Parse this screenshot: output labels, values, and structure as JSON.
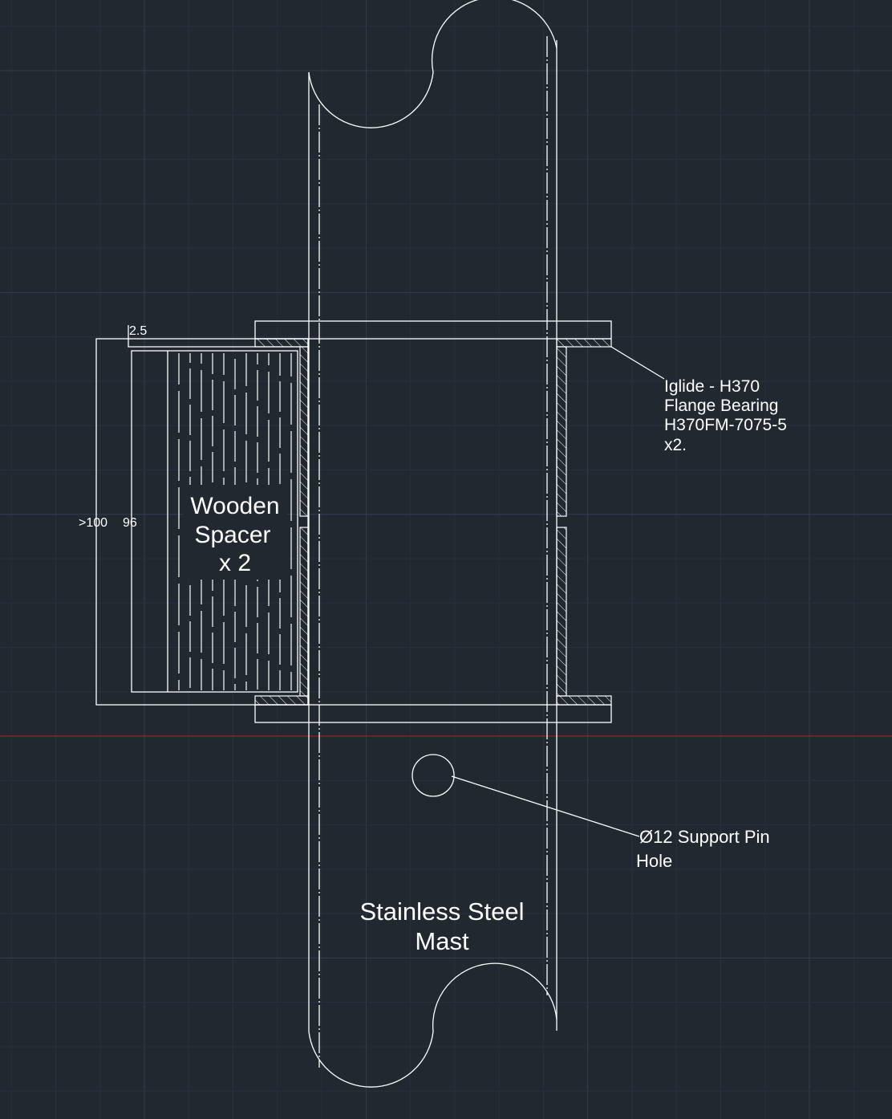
{
  "colors": {
    "background": "#212830",
    "grid_minor": "#283040",
    "grid_major": "#343c50",
    "axis_x": "#9a1f22",
    "linework": "#ffffff"
  },
  "dimensions": {
    "flange_thickness": "2.5",
    "outer_height": ">100",
    "spacer_height": "96"
  },
  "labels": {
    "spacer": [
      "Wooden",
      "Spacer",
      "x 2"
    ],
    "bearing": [
      "Iglide - H370",
      "Flange Bearing",
      "H370FM-7075-5",
      "x2."
    ],
    "pin_hole": [
      "Ø12 Support Pin",
      "Hole"
    ],
    "mast": [
      "Stainless Steel",
      "Mast"
    ]
  }
}
